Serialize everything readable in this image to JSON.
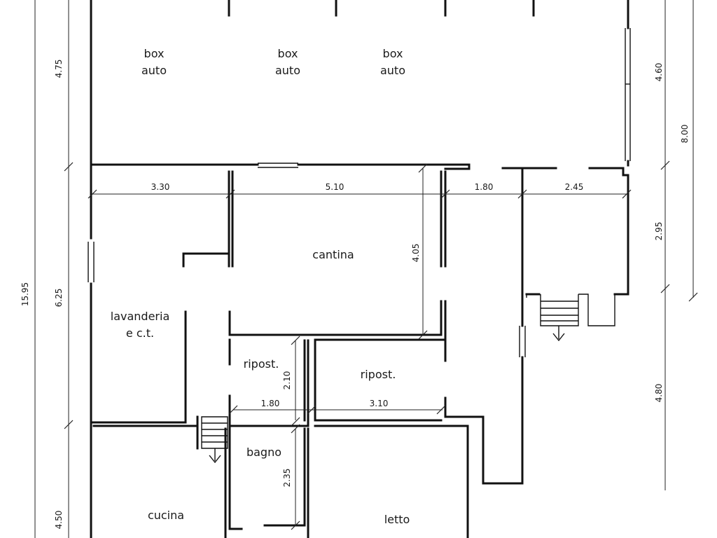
{
  "rooms": {
    "box1": [
      "box",
      "auto"
    ],
    "box2": [
      "box",
      "auto"
    ],
    "box3": [
      "box",
      "auto"
    ],
    "cantina": "cantina",
    "lavanderia": [
      "lavanderia",
      "e c.t."
    ],
    "ripost_small": "ripost.",
    "ripost_large": "ripost.",
    "bagno": "bagno",
    "cucina": "cucina",
    "letto": "letto"
  },
  "dimensions": {
    "left_total": "15.95",
    "left_upper": "4.75",
    "left_middle": "6.25",
    "left_lower": "4.50",
    "right_top": "4.60",
    "right_total_upper": "8.00",
    "right_middle": "2.95",
    "right_lower": "4.80",
    "w_lavanderia": "3.30",
    "w_cantina": "5.10",
    "w_corridor": "1.80",
    "w_stair": "2.45",
    "h_cantina": "4.05",
    "h_ripost": "2.10",
    "w_ripost_small": "1.80",
    "w_ripost_large": "3.10",
    "h_bagno": "2.35"
  }
}
